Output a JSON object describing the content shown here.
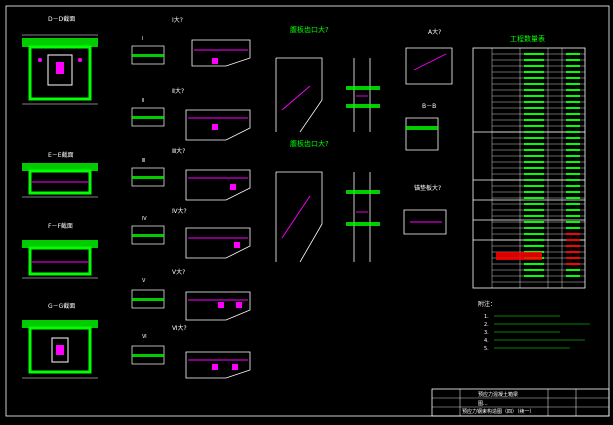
{
  "sections_left": [
    "D－D截面",
    "E－E截面",
    "F－F截面",
    "G－G截面"
  ],
  "details_col2": [
    "Ⅰ大?",
    "Ⅱ大?",
    "Ⅲ大?",
    "Ⅳ大?",
    "Ⅴ大?",
    "Ⅵ大?"
  ],
  "small_labels": [
    "Ⅰ",
    "Ⅱ",
    "Ⅲ",
    "Ⅳ",
    "Ⅴ",
    "Ⅵ"
  ],
  "middle_titles": [
    "腹板齿口大?",
    "腹板齿口大?"
  ],
  "right_small": [
    "A大?",
    "B－B",
    "锚垫板大?"
  ],
  "table_title": "工程数量表",
  "notes_title": "附注：",
  "notes": [
    "1.",
    "2.",
    "3.",
    "4.",
    "5."
  ],
  "title_block": {
    "line1": "预应力混凝土箱梁",
    "line2": "图...",
    "line3": "预应力钢束构造图（四）（续一）"
  },
  "colors": {
    "background": "#000000",
    "concrete": "#00ff00",
    "rebar": "#ff00ff",
    "line": "#ffffff",
    "cyan": "#00ffff",
    "red": "#ff0000",
    "yellow": "#ffff00"
  }
}
